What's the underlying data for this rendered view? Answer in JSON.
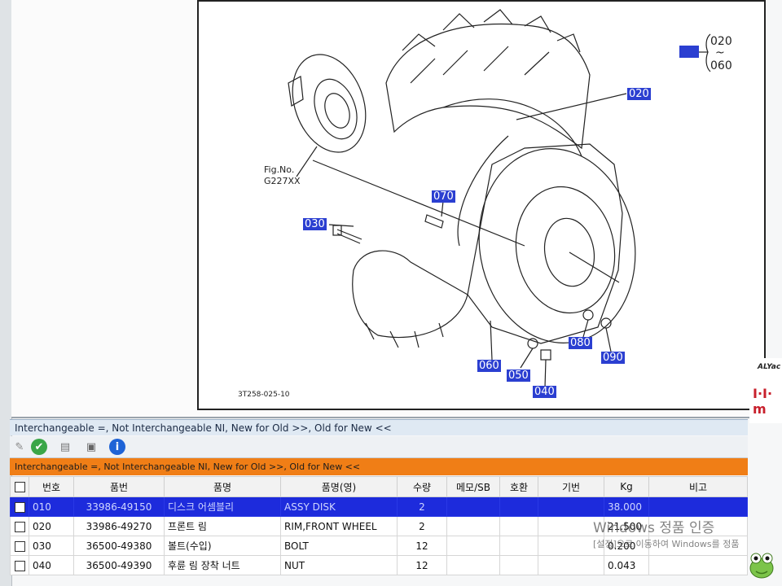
{
  "diagram": {
    "figure_label": "Fig.No.",
    "figure_number": "G227XX",
    "doc_code": "3T258-025-10",
    "range": {
      "from": "020",
      "sep": "~",
      "to": "060"
    },
    "callouts": [
      "020",
      "070",
      "030",
      "080",
      "090",
      "060",
      "050",
      "040"
    ]
  },
  "legend_top": "Interchangeable =, Not Interchangeable NI, New for Old >>, Old for New <<",
  "legend_bottom": "Interchangeable =, Not Interchangeable NI, New for Old >>, Old for New <<",
  "toolbar": {
    "icons": [
      "pen-icon",
      "check-icon",
      "print-icon",
      "window-icon",
      "info-icon"
    ],
    "accent": "#f07e16"
  },
  "table": {
    "headers": [
      "번호",
      "품번",
      "품명",
      "품명(영)",
      "수량",
      "메모/SB",
      "호환",
      "기번",
      "Kg",
      "비고"
    ],
    "rows": [
      {
        "no": "010",
        "part": "33986-49150",
        "name": "디스크 어셈블리",
        "name_en": "ASSY DISK",
        "qty": "2",
        "kg": "38.000"
      },
      {
        "no": "020",
        "part": "33986-49270",
        "name": "프론트 림",
        "name_en": "RIM,FRONT WHEEL",
        "qty": "2",
        "kg": "21.500"
      },
      {
        "no": "030",
        "part": "36500-49380",
        "name": "볼트(수입)",
        "name_en": "BOLT",
        "qty": "12",
        "kg": "0.200"
      },
      {
        "no": "040",
        "part": "36500-49390",
        "name": "후륜 림 장착 너트",
        "name_en": "NUT",
        "qty": "12",
        "kg": "0.043"
      }
    ]
  },
  "sidebar_right": {
    "label_top": "ALYac",
    "label_brand": "I·I· m"
  },
  "activation": {
    "line1": "Windows 정품 인증",
    "line2": "[설정]으로 이동하여 Windows를 정품"
  }
}
